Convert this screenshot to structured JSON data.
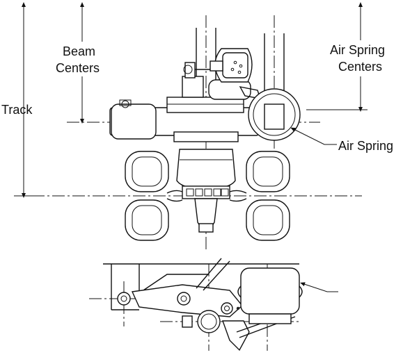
{
  "labels": {
    "track": "Track",
    "beam_centers_line1": "Beam",
    "beam_centers_line2": "Centers",
    "air_spring_centers_line1": "Air Spring",
    "air_spring_centers_line2": "Centers",
    "air_spring": "Air Spring"
  },
  "colors": {
    "ink": "#111111",
    "background": "#ffffff"
  }
}
